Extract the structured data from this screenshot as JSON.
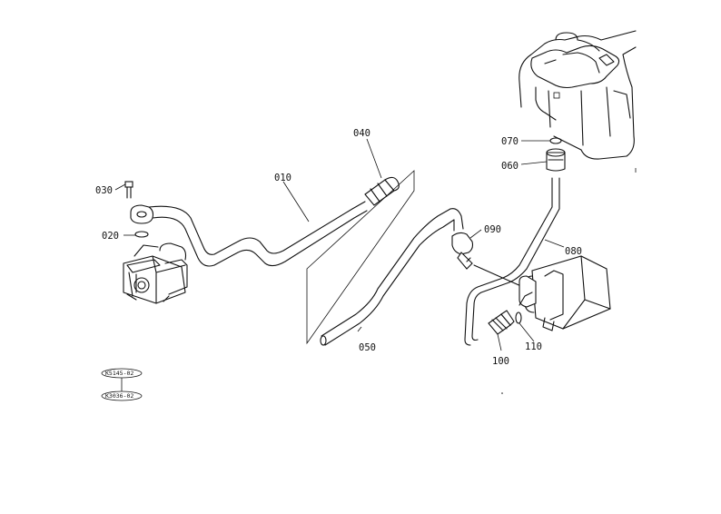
{
  "callouts": {
    "p010": "010",
    "p020": "020",
    "p030": "030",
    "p040": "040",
    "p050": "050",
    "p060": "060",
    "p070": "070",
    "p080": "080",
    "p090": "090",
    "p100": "100",
    "p110": "110"
  },
  "stamps": {
    "s1": "K5145-02",
    "s2": "K3036-02"
  }
}
